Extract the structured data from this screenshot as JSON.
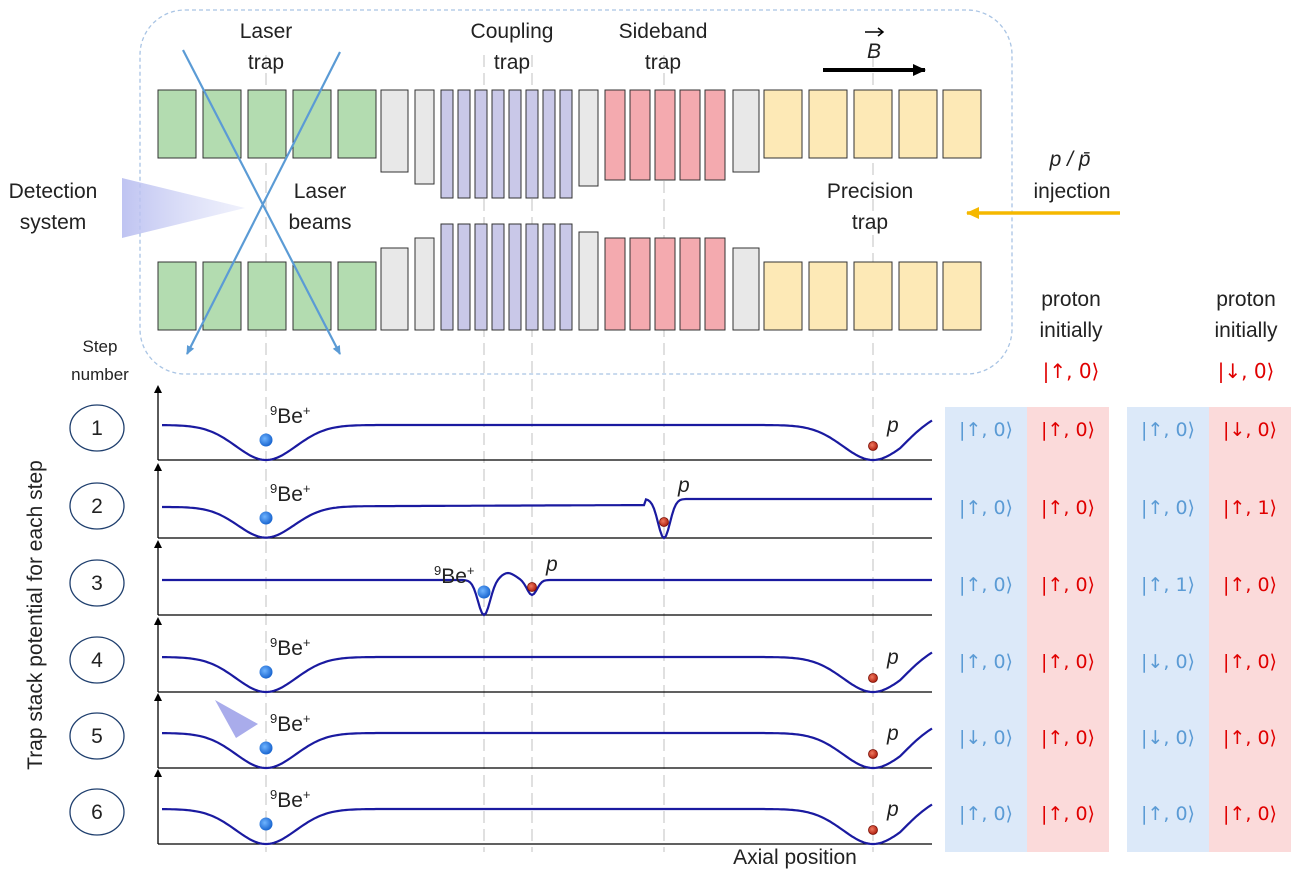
{
  "labels": {
    "laser_trap": [
      "Laser",
      "trap"
    ],
    "coupling_trap": [
      "Coupling",
      "trap"
    ],
    "sideband_trap": [
      "Sideband",
      "trap"
    ],
    "b_field": "B",
    "detection_system": [
      "Detection",
      "system"
    ],
    "laser_beams": [
      "Laser",
      "beams"
    ],
    "precision_trap": [
      "Precision",
      "trap"
    ],
    "injection": [
      "p / p̄",
      "injection"
    ],
    "step_number": [
      "Step",
      "number"
    ],
    "y_axis": "Trap stack potential for each step",
    "x_axis": "Axial position",
    "be_ion_prefix": "9",
    "be_ion_main": "Be",
    "be_ion_suffix": "+",
    "proton": "p"
  },
  "columns": [
    {
      "header": [
        "proton",
        "initially"
      ],
      "initial_state": "|↑, 0⟩"
    },
    {
      "header": [
        "proton",
        "initially"
      ],
      "initial_state": "|↓, 0⟩"
    }
  ],
  "steps": [
    {
      "number": "1",
      "states": [
        "|↑, 0⟩",
        "|↑, 0⟩",
        "|↑, 0⟩",
        "|↓, 0⟩"
      ]
    },
    {
      "number": "2",
      "states": [
        "|↑, 0⟩",
        "|↑, 0⟩",
        "|↑, 0⟩",
        "|↑, 1⟩"
      ]
    },
    {
      "number": "3",
      "states": [
        "|↑, 0⟩",
        "|↑, 0⟩",
        "|↑, 1⟩",
        "|↑, 0⟩"
      ]
    },
    {
      "number": "4",
      "states": [
        "|↑, 0⟩",
        "|↑, 0⟩",
        "|↓, 0⟩",
        "|↑, 0⟩"
      ]
    },
    {
      "number": "5",
      "states": [
        "|↓, 0⟩",
        "|↑, 0⟩",
        "|↓, 0⟩",
        "|↑, 0⟩"
      ]
    },
    {
      "number": "6",
      "states": [
        "|↑, 0⟩",
        "|↑, 0⟩",
        "|↑, 0⟩",
        "|↑, 0⟩"
      ]
    }
  ],
  "colors": {
    "laser_trap": "#b3dcb0",
    "spacer": "#e8e8e8",
    "coupling_trap": "#c9c8e8",
    "sideband_trap": "#f4aaaf",
    "precision_trap": "#fde9b6",
    "potential_curve": "#1a1aa0",
    "be_ion": "#1e7be0",
    "proton": "#cc2a1a",
    "state_blue_bg": "#dce9f9",
    "state_red_bg": "#fbdada",
    "state_blue_text": "#5b9bd5",
    "state_red_text": "#e00000",
    "injection_arrow": "#f5b800",
    "laser_beam": "#5b9bd5"
  }
}
